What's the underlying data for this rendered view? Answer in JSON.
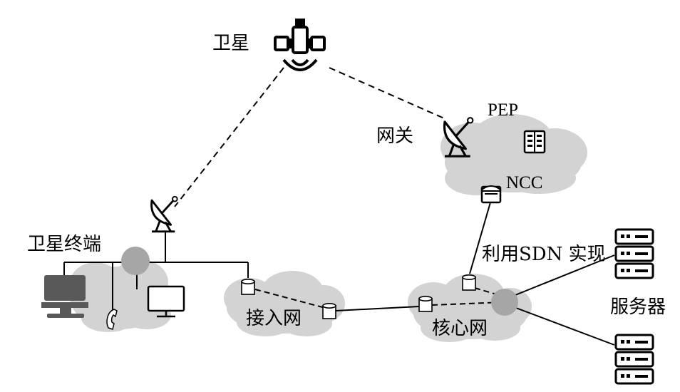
{
  "labels": {
    "satellite": "卫星",
    "gateway": "网关",
    "pep": "PEP",
    "ncc": "NCC",
    "satellite_terminal": "卫星终端",
    "access_network": "接入网",
    "core_network": "核心网",
    "sdn_note": "利用SDN 实现",
    "servers": "服务器"
  },
  "colors": {
    "cloud": "#d3d3d3",
    "node": "#a6a6a6",
    "dark_icon": "#555555",
    "line": "#000000"
  },
  "icons": [
    "satellite-icon",
    "gateway-dish-icon",
    "pep-device-icon",
    "ncc-device-icon",
    "terminal-dish-icon",
    "desktop-icon",
    "phone-icon",
    "monitor-icon",
    "router-icon",
    "server-icon"
  ]
}
